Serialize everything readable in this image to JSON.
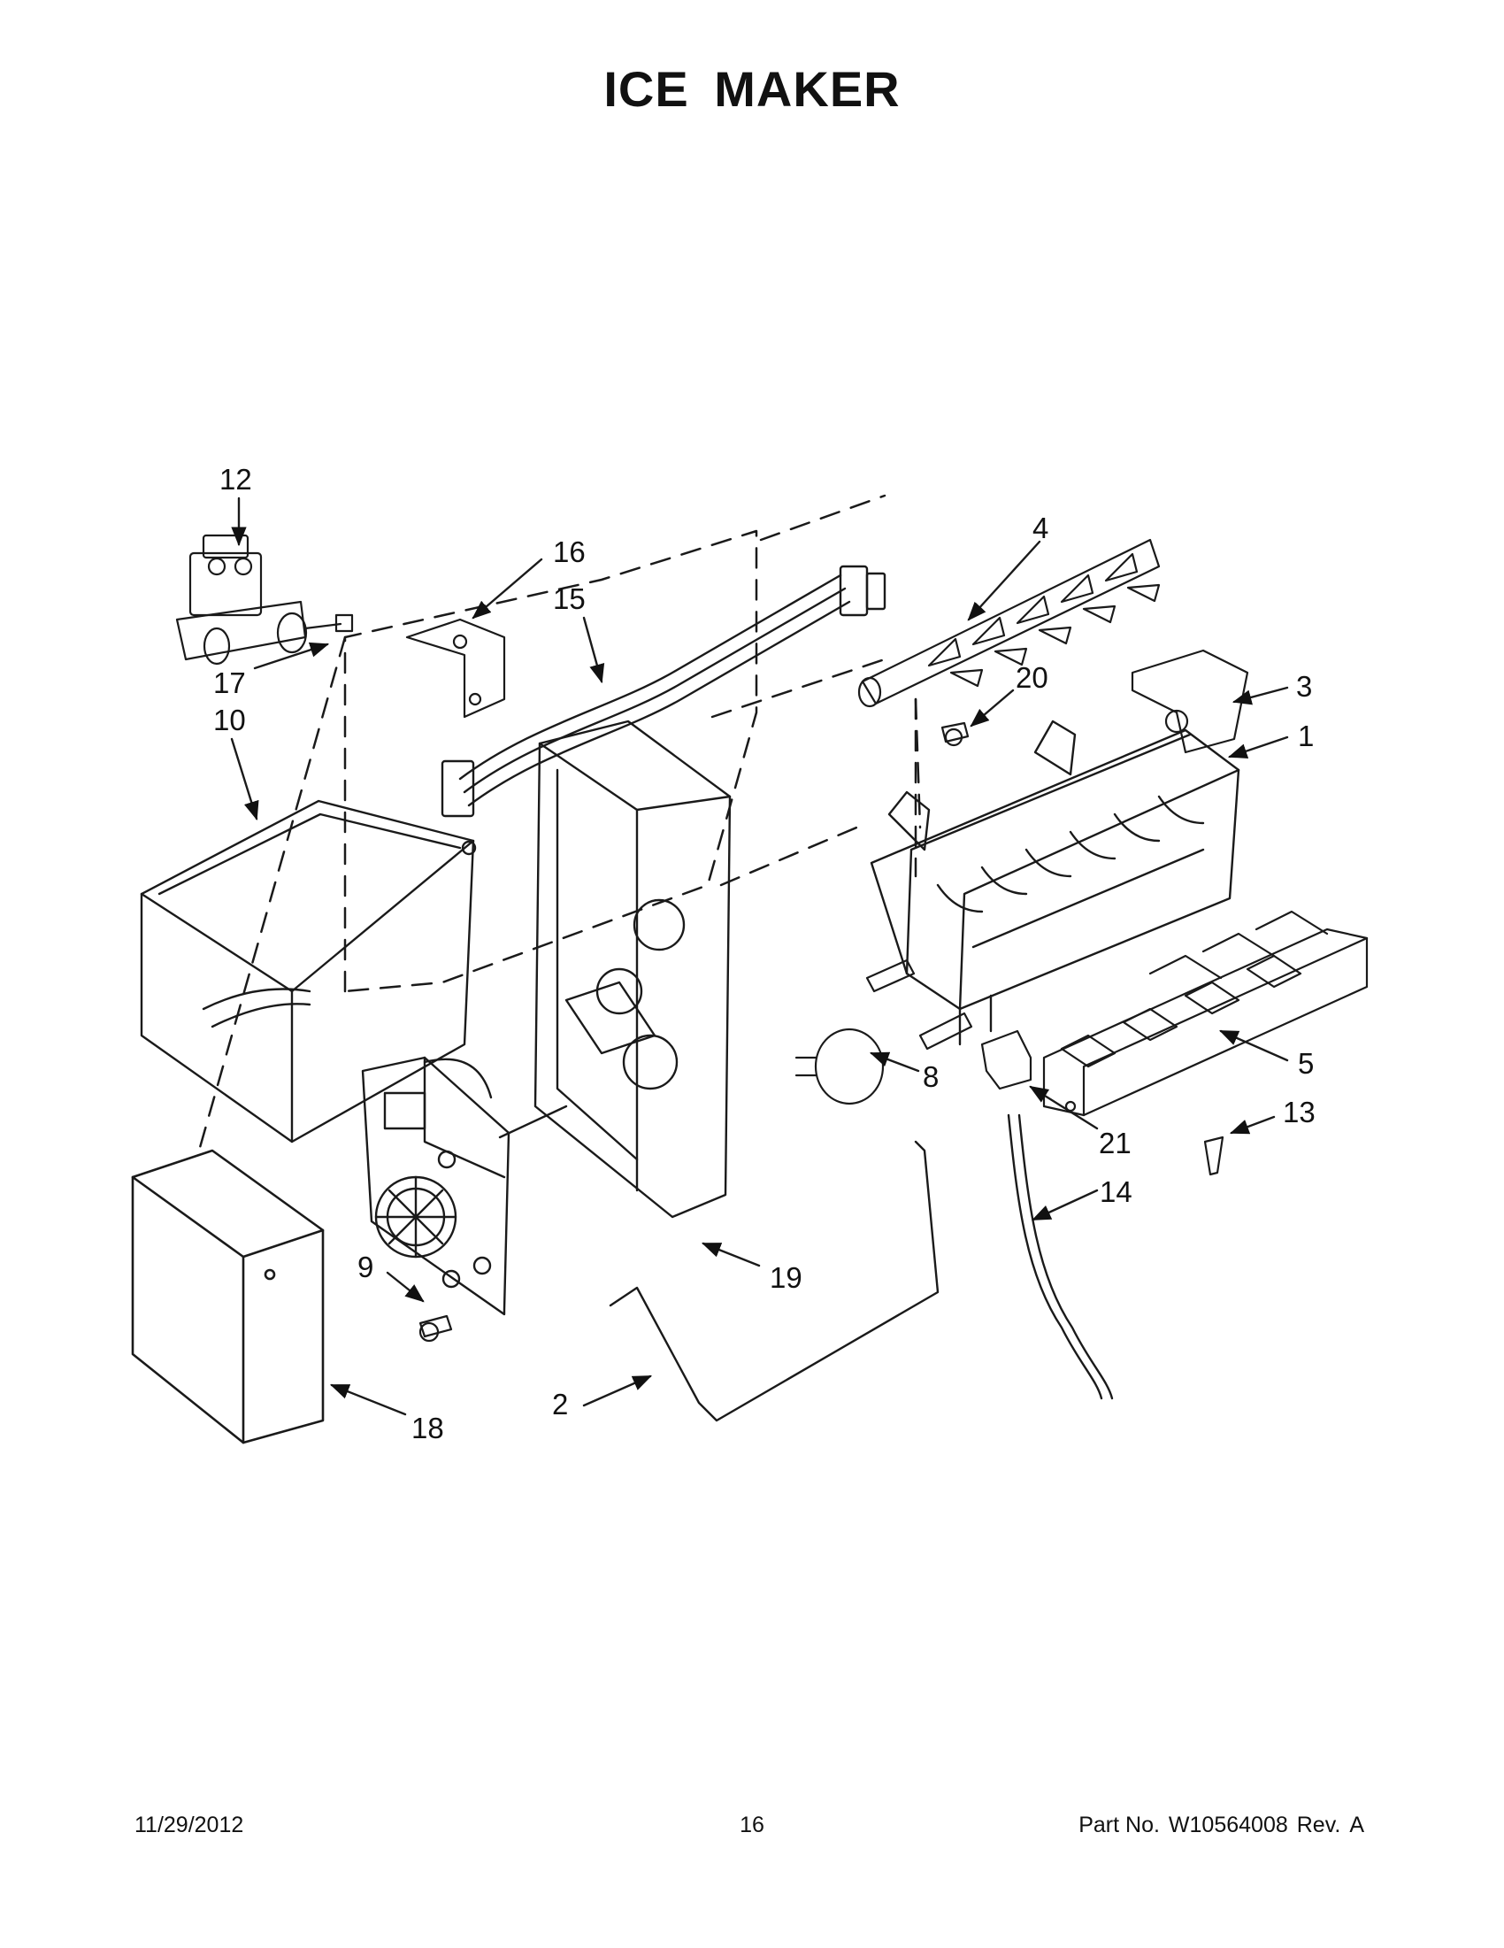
{
  "page_title": "ICE MAKER",
  "callouts": [
    {
      "id": "c1",
      "label": "1"
    },
    {
      "id": "c2",
      "label": "2"
    },
    {
      "id": "c3",
      "label": "3"
    },
    {
      "id": "c4",
      "label": "4"
    },
    {
      "id": "c5",
      "label": "5"
    },
    {
      "id": "c8",
      "label": "8"
    },
    {
      "id": "c9",
      "label": "9"
    },
    {
      "id": "c10",
      "label": "10"
    },
    {
      "id": "c12",
      "label": "12"
    },
    {
      "id": "c13",
      "label": "13"
    },
    {
      "id": "c14",
      "label": "14"
    },
    {
      "id": "c15",
      "label": "15"
    },
    {
      "id": "c16",
      "label": "16"
    },
    {
      "id": "c17",
      "label": "17"
    },
    {
      "id": "c18",
      "label": "18"
    },
    {
      "id": "c19",
      "label": "19"
    },
    {
      "id": "c20",
      "label": "20"
    },
    {
      "id": "c21",
      "label": "21"
    }
  ],
  "footer": {
    "date": "11/29/2012",
    "page_number": "16",
    "part_no_label": "Part No.",
    "part_no": "W10564008",
    "rev_label": "Rev.",
    "rev": "A"
  }
}
